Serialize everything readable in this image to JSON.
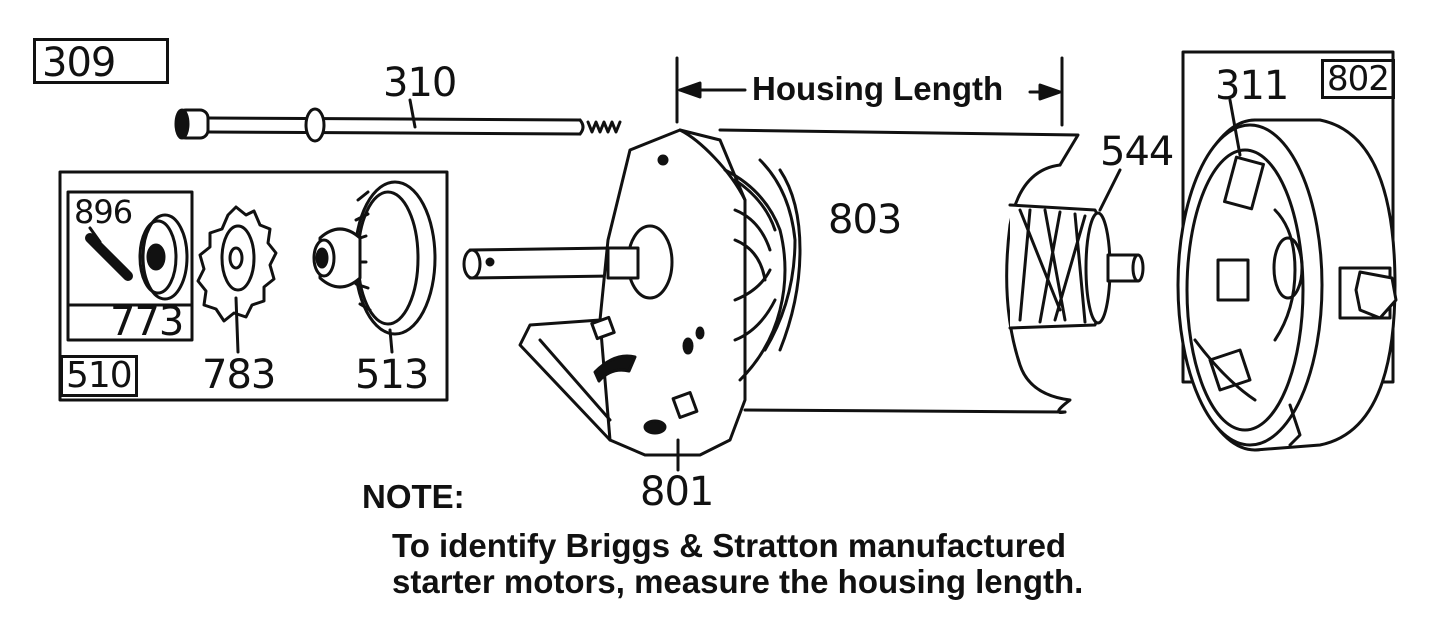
{
  "parts": {
    "p309": "309",
    "p310": "310",
    "p802": "802",
    "p311": "311",
    "p544": "544",
    "p803": "803",
    "p896": "896",
    "p773": "773",
    "p510": "510",
    "p783": "783",
    "p513": "513",
    "p801": "801"
  },
  "dimension": {
    "label": "Housing Length"
  },
  "note": {
    "title": "NOTE:",
    "line1": "To identify Briggs & Stratton manufactured",
    "line2": "starter motors, measure the housing length."
  }
}
